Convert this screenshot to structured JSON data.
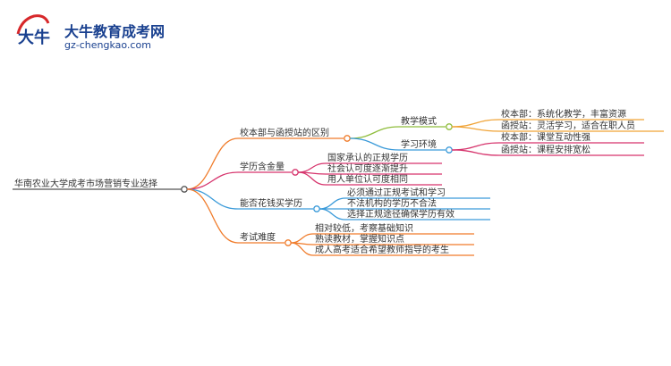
{
  "logo": {
    "title": "大牛教育成考网",
    "url": "gz-chengkao.com",
    "mark_text": "大牛"
  },
  "root": {
    "label": "华南农业大学成考市场营销专业选择"
  },
  "branches": [
    {
      "label": "校本部与函授站的区别",
      "color": "#f07b2a",
      "children": [
        {
          "label": "教学模式",
          "color": "#8fbd3c",
          "children": [
            "校本部：系统化教学，丰富资源",
            "函授站：灵活学习，适合在职人员"
          ]
        },
        {
          "label": "学习环境",
          "color": "#3a9ad9",
          "children": [
            "校本部：课堂互动性强",
            "函授站：课程安排宽松"
          ]
        }
      ]
    },
    {
      "label": "学历含金量",
      "color": "#d6336c",
      "children": [
        "国家承认的正规学历",
        "社会认可度逐渐提升",
        "用人单位认可度相同"
      ]
    },
    {
      "label": "能否花钱买学历",
      "color": "#3a9ad9",
      "children": [
        "必须通过正规考试和学习",
        "不法机构的学历不合法",
        "选择正规途径确保学历有效"
      ]
    },
    {
      "label": "考试难度",
      "color": "#f07b2a",
      "children": [
        "相对较低，考察基础知识",
        "熟读教材，掌握知识点",
        "成人高考适合希望教师指导的考生"
      ]
    }
  ],
  "leaf_colors": {
    "0": "#f0a336",
    "1": "#d6336c",
    "2": "#3a9ad9",
    "3": "#d6336c"
  },
  "colors": {
    "logo_blue": "#19408f",
    "logo_red": "#d7282b",
    "root_line": "#555555"
  }
}
